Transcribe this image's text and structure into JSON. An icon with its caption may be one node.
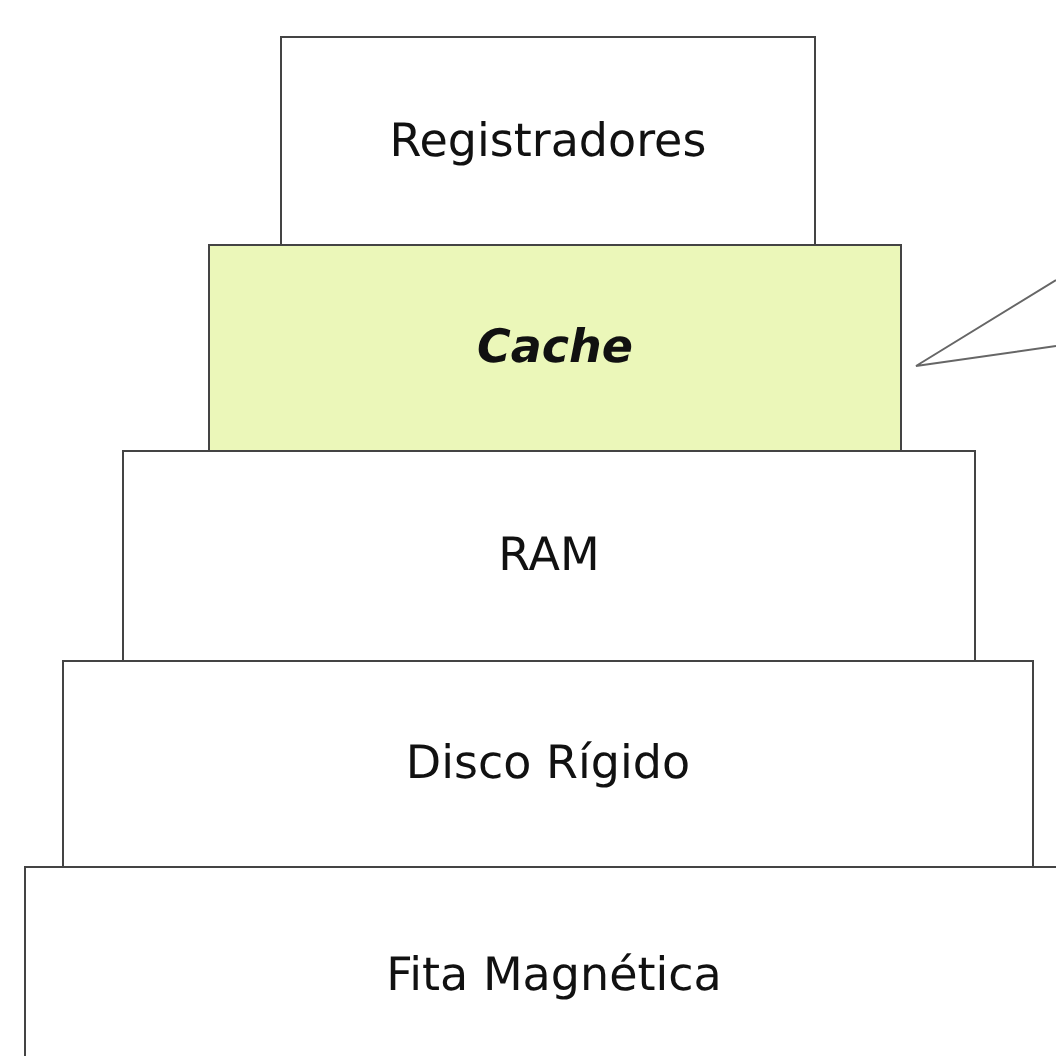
{
  "diagram": {
    "nodes": [
      {
        "text": [
          "Registradores"
        ]
      },
      {
        "text": [
          "Cache"
        ]
      },
      {
        "text": [
          "RAM"
        ]
      },
      {
        "text": [
          "Disco Rígido"
        ]
      },
      {
        "text": [
          "Fita Magnética"
        ]
      }
    ]
  }
}
